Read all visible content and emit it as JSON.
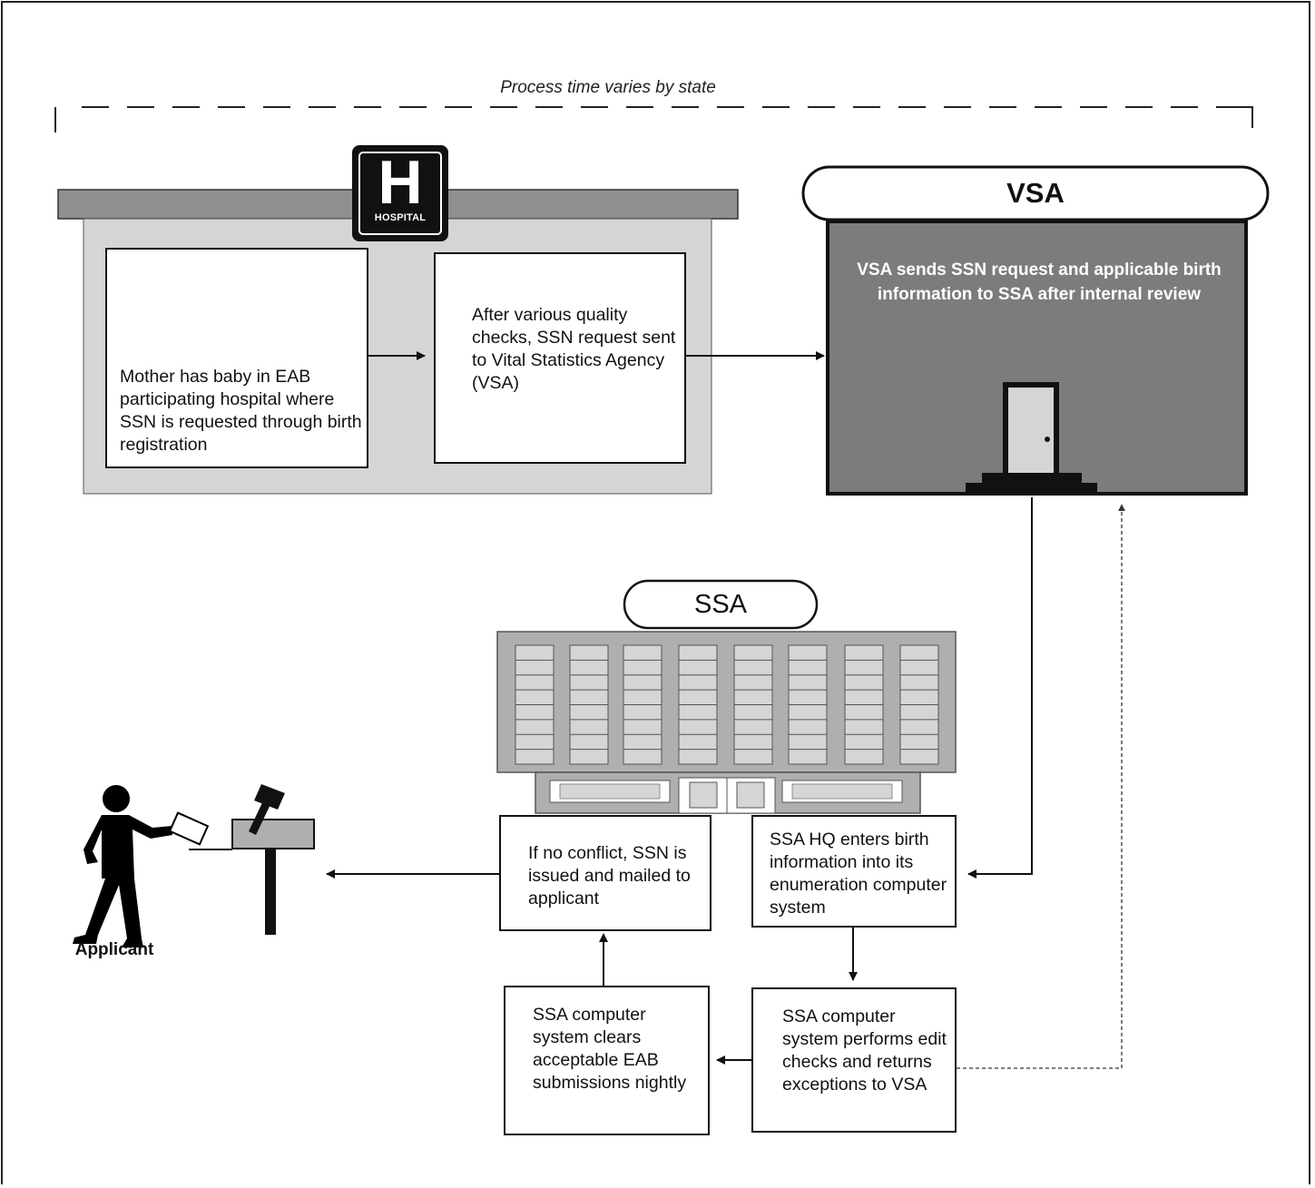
{
  "timeline": {
    "label": "Process time varies by state"
  },
  "hospital": {
    "sign_letter": "H",
    "sign_label": "HOSPITAL",
    "step1_text": "Mother has baby in EAB participating hospital where SSN is requested through birth registration",
    "step2_text": "After various quality checks, SSN request sent to Vital Statistics Agency  (VSA)"
  },
  "vsa": {
    "title": "VSA",
    "description": "VSA sends SSN request and applicable birth information to SSA after internal review"
  },
  "ssa": {
    "title": "SSA",
    "step_enter": "SSA HQ enters birth information into its enumeration computer system",
    "step_edit": "SSA computer system performs edit checks and returns exceptions to VSA",
    "step_clear": "SSA computer system clears acceptable EAB submissions nightly",
    "step_issue": "If no conflict, SSN is issued and mailed to applicant"
  },
  "applicant": {
    "label": "Applicant"
  },
  "colors": {
    "building_gray": "#d4d5d7",
    "roof_gray": "#8e8f91",
    "vsa_gray": "#7b7c7e",
    "ssa_gray": "#aeafb1",
    "ink": "#111111"
  }
}
